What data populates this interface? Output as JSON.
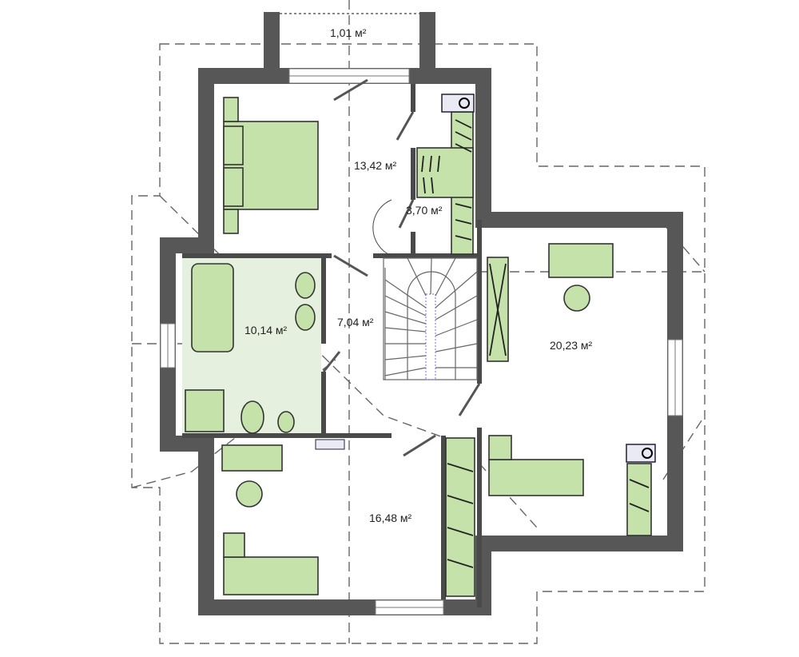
{
  "title": "Second floor plan",
  "rooms": [
    {
      "name": "balcony",
      "area": "1,01 м²"
    },
    {
      "name": "bedroom-main",
      "area": "13,42 м²"
    },
    {
      "name": "wardrobe",
      "area": "3,70 м²"
    },
    {
      "name": "hallway",
      "area": "7,04 м²"
    },
    {
      "name": "bathroom",
      "area": "10,14 м²"
    },
    {
      "name": "bedroom-right",
      "area": "20,23 м²"
    },
    {
      "name": "bedroom-bottom",
      "area": "16,48 м²"
    }
  ],
  "colors": {
    "wall": "#575757",
    "furniture": "#c6e2ab",
    "bathroom_floor": "#e6f0de"
  }
}
